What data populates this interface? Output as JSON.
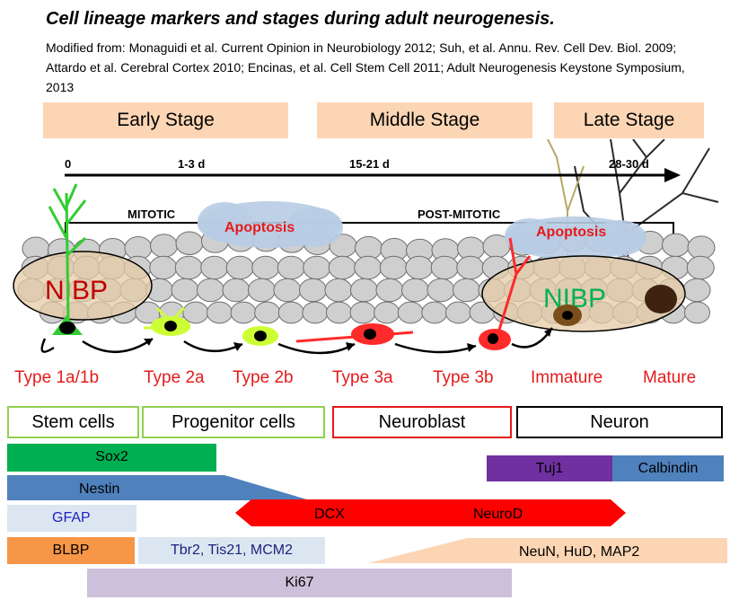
{
  "title": "Cell lineage markers and stages during adult neurogenesis.",
  "subtitle": "Modified from: Monaguidi et al. Current Opinion in Neurobiology 2012; Suh, et al. Annu. Rev. Cell Dev. Biol. 2009; Attardo et al. Cerebral Cortex 2010; Encinas, et al. Cell Stem Cell 2011; Adult Neurogenesis Keystone Symposium, 2013",
  "stages": [
    "Early Stage",
    "Middle Stage",
    "Late Stage"
  ],
  "timeline": {
    "ticks": [
      "0",
      "1-3 d",
      "15-21 d",
      "28-30 d"
    ],
    "mitotic": "MITOTIC",
    "post_mitotic": "POST-MITOTIC",
    "apoptosis": [
      "Apoptosis",
      "Apoptosis"
    ],
    "nibp": [
      "NIBP",
      "NIBP"
    ]
  },
  "cell_types": [
    "Type 1a/1b",
    "Type 2a",
    "Type 2b",
    "Type 3a",
    "Type 3b",
    "Immature",
    "Mature"
  ],
  "categories": [
    "Stem cells",
    "Progenitor cells",
    "Neuroblast",
    "Neuron"
  ],
  "markers": {
    "sox2": "Sox2",
    "nestin": "Nestin",
    "gfap": "GFAP",
    "blbp": "BLBP",
    "tbr2": "Tbr2, Tis21, MCM2",
    "ki67": "Ki67",
    "dcx": "DCX",
    "neurod": "NeuroD",
    "tuj1": "Tuj1",
    "calbindin": "Calbindin",
    "neun": "NeuN, HuD, MAP2"
  },
  "colors": {
    "stage_bg": "#fcd5b4",
    "type_label": "#e41b1b",
    "stem_border": "#92d050",
    "neuroblast_border": "#e41b1b",
    "sox2": "#00b050",
    "nestin": "#4f81bd",
    "gfap": "#dce6f1",
    "blbp": "#f79646",
    "ki67": "#ccc0da",
    "dcx": "#ff0000",
    "tuj1": "#7030a0",
    "calbindin": "#4f81bd",
    "neun": "#fcd5b4",
    "nibp_left": "#c00000",
    "nibp_right": "#00b050",
    "apoptosis": "#e41b1b"
  }
}
